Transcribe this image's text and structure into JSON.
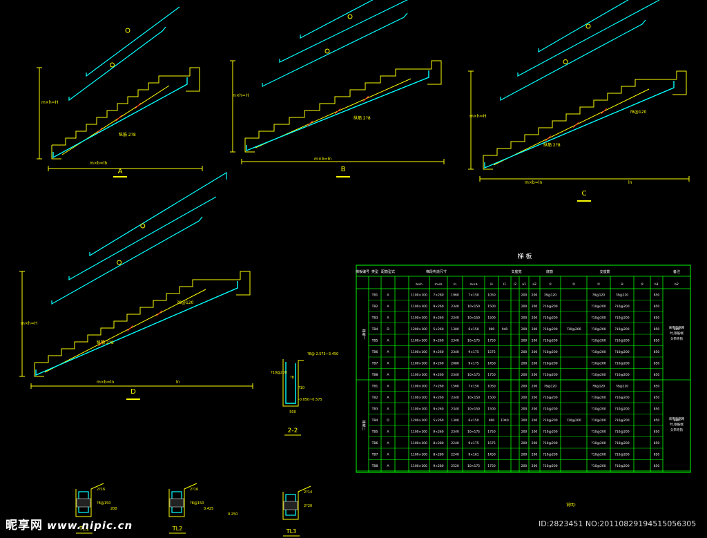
{
  "drawings": {
    "A": {
      "label": "A",
      "ladder_label": "纵筋 2?8",
      "dim_bottom": "m×b=lb"
    },
    "B": {
      "label": "B",
      "ladder_label": "纵筋 2?8",
      "dim_bottom": "m×b=ln"
    },
    "C": {
      "label": "C",
      "ladder_label": "纵筋 2?8",
      "beam_label": "?8@120",
      "dim_bottom": "m×b=ln",
      "dim_right": "ln"
    },
    "D": {
      "label": "D",
      "ladder_label": "纵筋 2?8",
      "beam_label": "?8@120",
      "dim_bottom": "m×b=ln",
      "dim_right": "ln"
    }
  },
  "section": {
    "title": "2-2",
    "labels": [
      "?8@ 2.575~3.450",
      "?10@200",
      "?8",
      "?10",
      "-0.050~0.575",
      "500"
    ]
  },
  "beams": [
    {
      "name": "TL1",
      "labels": [
        "2?16",
        "?8@150",
        "200"
      ]
    },
    {
      "name": "TL2",
      "labels": [
        "2?16",
        "?8@150",
        "0.425",
        "0.250"
      ]
    },
    {
      "name": "TL3",
      "labels": [
        "2?14",
        "2?20"
      ]
    }
  ],
  "table": {
    "title": "梯 板",
    "headers": [
      "梯板编号",
      "类型",
      "配筋型式",
      "梯段构造尺寸",
      "支座宽",
      "底筋",
      "支座筋",
      "备注"
    ],
    "subheaders": [
      "b×h",
      "m×b",
      "ln",
      "m×b",
      "H",
      "l1",
      "l2",
      "a1",
      "a2",
      "①",
      "②",
      "③",
      "④",
      "⑤",
      "b1",
      "b2"
    ],
    "groups": [
      {
        "name": "楼梯一",
        "note": "采用直筋网时,钢筋端头带弯钩",
        "rows": [
          [
            "TB1",
            "A",
            "1100×100",
            "7×280",
            "1960",
            "7×150",
            "1050",
            "",
            "",
            "200",
            "200",
            "?8@120",
            "",
            "?8@120",
            "?8@120",
            "",
            "850",
            ""
          ],
          [
            "TB2",
            "A",
            "1100×100",
            "9×260",
            "2340",
            "10×150",
            "1500",
            "",
            "",
            "200",
            "200",
            "?10@200",
            "",
            "?10@200",
            "?10@200",
            "",
            "850",
            ""
          ],
          [
            "TB3",
            "A",
            "1100×100",
            "9×260",
            "2340",
            "10×150",
            "1500",
            "",
            "",
            "200",
            "200",
            "?10@200",
            "",
            "?10@200",
            "?10@200",
            "",
            "850",
            ""
          ],
          [
            "TB4",
            "D",
            "1200×100",
            "5×260",
            "1300",
            "6×150",
            "900",
            "940",
            "",
            "200",
            "200",
            "?10@200",
            "?10@200",
            "?10@200",
            "?10@200",
            "",
            "850",
            "400"
          ],
          [
            "TB5",
            "A",
            "1100×100",
            "9×260",
            "2340",
            "10×175",
            "1750",
            "",
            "",
            "200",
            "200",
            "?10@200",
            "",
            "?10@200",
            "?10@200",
            "",
            "850",
            ""
          ],
          [
            "TB6",
            "A",
            "1100×100",
            "9×260",
            "2340",
            "9×175",
            "1575",
            "",
            "",
            "200",
            "200",
            "?10@200",
            "",
            "?10@200",
            "?10@200",
            "",
            "850",
            ""
          ],
          [
            "TB7",
            "A",
            "1100×100",
            "8×260",
            "2080",
            "9×175",
            "1450",
            "",
            "",
            "200",
            "200",
            "?10@200",
            "",
            "?10@200",
            "?10@200",
            "",
            "850",
            ""
          ],
          [
            "TB8",
            "A",
            "1100×100",
            "9×260",
            "2340",
            "10×175",
            "1750",
            "",
            "",
            "200",
            "200",
            "?10@200",
            "",
            "?10@200",
            "?10@200",
            "",
            "850",
            ""
          ]
        ]
      },
      {
        "name": "楼梯二",
        "note": "采用直筋网时,钢筋端头带弯钩",
        "rows": [
          [
            "TB1",
            "A",
            "1100×100",
            "7×260",
            "1560",
            "7×150",
            "1050",
            "",
            "",
            "200",
            "200",
            "?8@120",
            "",
            "?8@120",
            "?8@120",
            "",
            "850",
            ""
          ],
          [
            "TB2",
            "A",
            "1100×100",
            "9×260",
            "2340",
            "10×150",
            "1500",
            "",
            "",
            "200",
            "200",
            "?10@200",
            "",
            "?10@200",
            "?10@200",
            "",
            "850",
            ""
          ],
          [
            "TB3",
            "A",
            "1100×100",
            "9×260",
            "2340",
            "10×150",
            "1500",
            "",
            "",
            "200",
            "200",
            "?10@200",
            "",
            "?10@200",
            "?10@200",
            "",
            "850",
            ""
          ],
          [
            "TB4",
            "D",
            "1200×100",
            "5×260",
            "1300",
            "6×150",
            "900",
            "1040",
            "",
            "200",
            "200",
            "?10@200",
            "?10@200",
            "?10@200",
            "?10@200",
            "",
            "850",
            "400"
          ],
          [
            "TB5",
            "A",
            "1100×100",
            "9×260",
            "2340",
            "10×175",
            "1750",
            "",
            "",
            "200",
            "200",
            "?10@200",
            "",
            "?10@200",
            "?10@200",
            "",
            "850",
            ""
          ],
          [
            "TB6",
            "A",
            "1100×100",
            "8×280",
            "2240",
            "9×175",
            "1575",
            "",
            "",
            "200",
            "200",
            "?10@200",
            "",
            "?10@200",
            "?10@200",
            "",
            "850",
            ""
          ],
          [
            "TB7",
            "A",
            "1100×100",
            "8×280",
            "2240",
            "9×161",
            "1450",
            "",
            "",
            "200",
            "200",
            "?10@200",
            "",
            "?10@200",
            "?10@200",
            "",
            "850",
            ""
          ],
          [
            "TB8",
            "A",
            "1100×100",
            "9×280",
            "2520",
            "10×175",
            "1750",
            "",
            "",
            "200",
            "200",
            "?10@200",
            "",
            "?10@200",
            "?10@200",
            "",
            "850",
            ""
          ]
        ]
      }
    ],
    "footnote": "说明:"
  },
  "watermark": {
    "logo": "昵享网",
    "url": "www.nipic.cn",
    "id_text": "ID:2823451 NO:20110829194515056305"
  },
  "colors": {
    "yellow": "#ffff00",
    "cyan": "#00ffff",
    "green": "#00ff00",
    "white": "#ffffff",
    "red": "#ff3030",
    "magenta": "#ff00ff"
  }
}
